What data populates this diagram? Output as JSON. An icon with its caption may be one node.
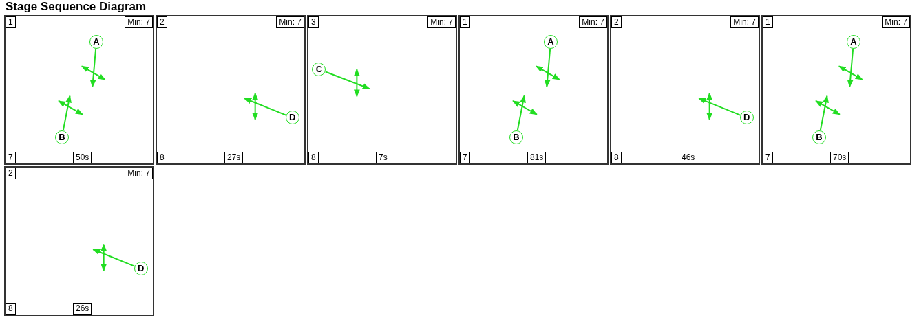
{
  "diagram": {
    "title": "Stage Sequence Diagram",
    "nodes": [
      {
        "text": [
          "1",
          "Min: 7",
          "7",
          "50s"
        ]
      },
      {
        "text": [
          "A"
        ],
        "in": 0
      },
      {
        "text": [
          "B"
        ],
        "in": 0
      },
      {
        "text": [
          "2",
          "Min: 7",
          "8",
          "27s"
        ]
      },
      {
        "text": [
          "D"
        ],
        "in": 3
      },
      {
        "text": [
          "3",
          "Min: 7",
          "8",
          "7s"
        ]
      },
      {
        "text": [
          "C"
        ],
        "in": 5
      },
      {
        "text": [
          "1",
          "Min: 7",
          "7",
          "81s"
        ]
      },
      {
        "text": [
          "A"
        ],
        "in": 7
      },
      {
        "text": [
          "B"
        ],
        "in": 7
      },
      {
        "text": [
          "2",
          "Min: 7",
          "8",
          "46s"
        ]
      },
      {
        "text": [
          "D"
        ],
        "in": 10
      },
      {
        "text": [
          "1",
          "Min: 7",
          "7",
          "70s"
        ]
      },
      {
        "text": [
          "A"
        ],
        "in": 12
      },
      {
        "text": [
          "B"
        ],
        "in": 12
      },
      {
        "text": [
          "2",
          "Min: 7",
          "8",
          "26s"
        ]
      },
      {
        "text": [
          "D"
        ],
        "in": 15
      }
    ],
    "edges": [
      {
        "from": 1,
        "to": null,
        "arrow": "to"
      },
      {
        "from": 2,
        "to": null,
        "arrow": "to"
      },
      {
        "from": 4,
        "to": null,
        "arrow": "to"
      },
      {
        "from": 6,
        "to": null,
        "arrow": "to"
      },
      {
        "from": 8,
        "to": null,
        "arrow": "to"
      },
      {
        "from": 9,
        "to": null,
        "arrow": "to"
      },
      {
        "from": 11,
        "to": null,
        "arrow": "to"
      },
      {
        "from": 13,
        "to": null,
        "arrow": "to"
      },
      {
        "from": 14,
        "to": null,
        "arrow": "to"
      },
      {
        "from": 16,
        "to": null,
        "arrow": "to"
      }
    ]
  }
}
